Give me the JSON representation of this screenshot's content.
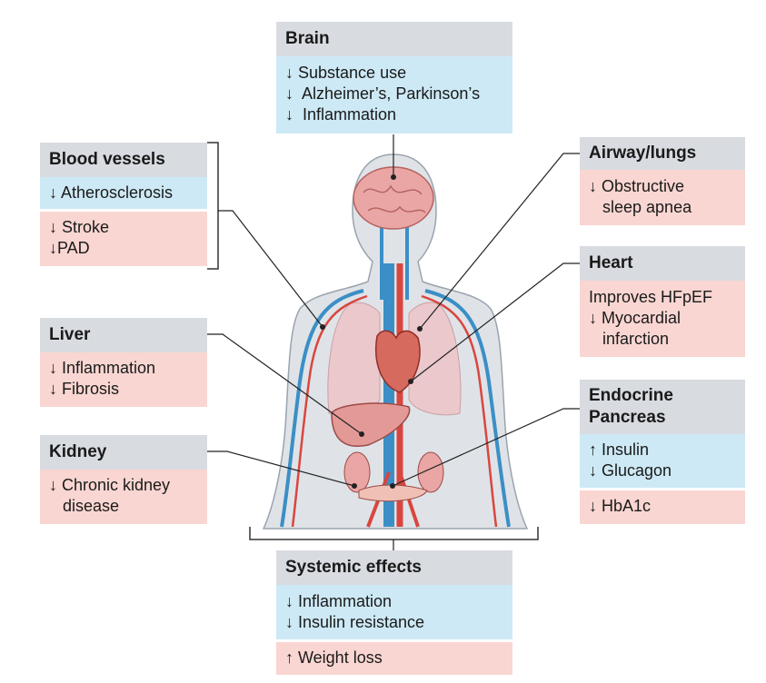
{
  "brain": {
    "title": "Brain",
    "blue": [
      "↓ Substance use",
      "↓  Alzheimer’s, Parkinson’s",
      "↓  Inflammation"
    ]
  },
  "blood_vessels": {
    "title": "Blood vessels",
    "blue": [
      "↓ Atherosclerosis"
    ],
    "pink": [
      "↓ Stroke",
      "↓PAD"
    ]
  },
  "liver": {
    "title": "Liver",
    "pink": [
      "↓ Inflammation",
      "↓ Fibrosis"
    ]
  },
  "kidney": {
    "title": "Kidney",
    "pink": [
      "↓ Chronic kidney",
      "   disease"
    ]
  },
  "airway": {
    "title": "Airway/lungs",
    "pink": [
      "↓ Obstructive",
      "   sleep apnea"
    ]
  },
  "heart": {
    "title": "Heart",
    "pink": [
      "Improves HFpEF",
      "↓ Myocardial",
      "   infarction"
    ]
  },
  "pancreas": {
    "title": [
      "Endocrine",
      "Pancreas"
    ],
    "blue": [
      "↑ Insulin",
      "↓ Glucagon"
    ],
    "pink": [
      "↓ HbA1c"
    ]
  },
  "systemic": {
    "title": "Systemic effects",
    "blue": [
      "↓ Inflammation",
      "↓ Insulin resistance"
    ],
    "pink": [
      "↑ Weight loss"
    ]
  },
  "colors": {
    "header": "#d8dbe0",
    "blue_panel": "#cde9f5",
    "pink_panel": "#f9d6d2",
    "vein": "#3b8fc6",
    "artery": "#d9463f",
    "organ": "#e8a0a0"
  }
}
